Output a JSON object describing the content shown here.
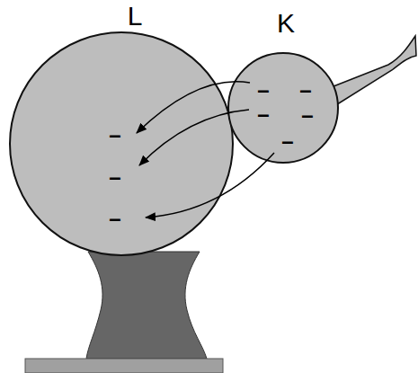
{
  "diagram": {
    "nodes": [
      {
        "text": [
          "L"
        ]
      },
      {
        "text": [
          "K"
        ]
      }
    ],
    "edges": [
      {
        "from": 1,
        "to": 0,
        "arrow": "to"
      },
      {
        "from": 1,
        "to": 0,
        "arrow": "to"
      },
      {
        "from": 1,
        "to": 0,
        "arrow": "to"
      }
    ],
    "labels": [
      "–",
      "–",
      "–",
      "–",
      "–",
      "–",
      "–",
      "–"
    ]
  }
}
